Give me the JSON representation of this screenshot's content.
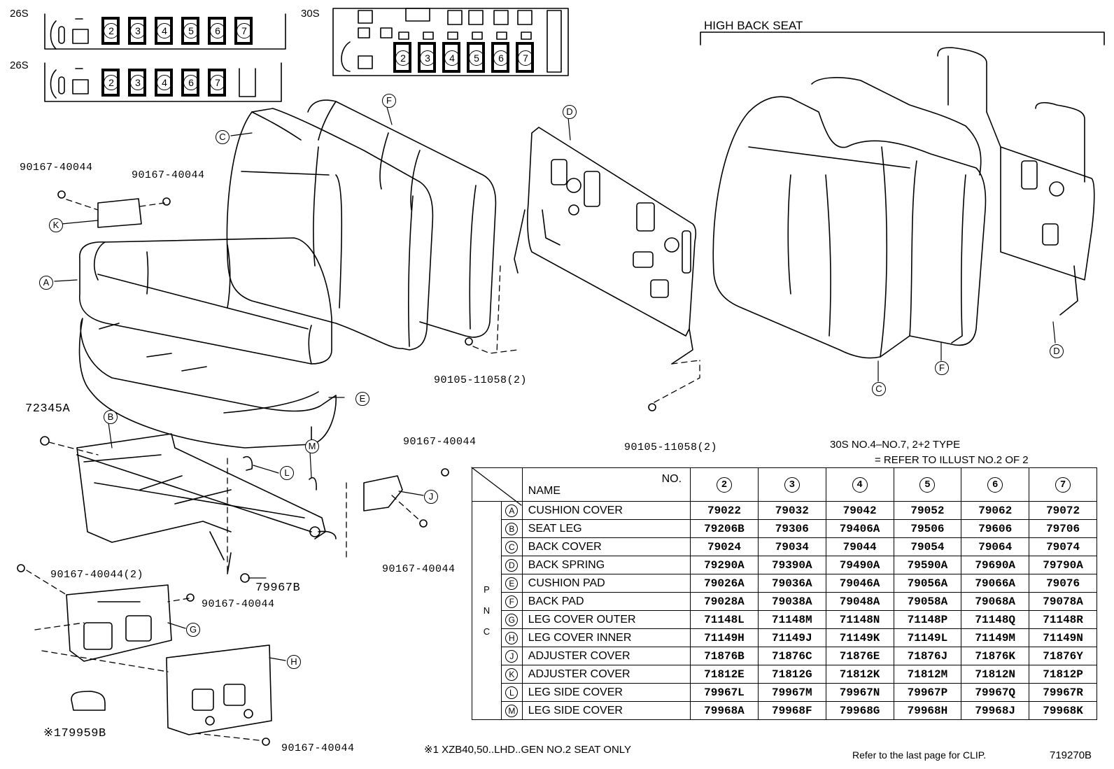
{
  "seat_configs": [
    {
      "label": "26S",
      "seats": [
        "2",
        "3",
        "4",
        "5",
        "6",
        "7"
      ]
    },
    {
      "label": "26S",
      "seats": [
        "2",
        "3",
        "4",
        "6",
        "7"
      ]
    },
    {
      "label": "30S",
      "seats": [
        "2",
        "3",
        "4",
        "5",
        "6",
        "7"
      ]
    }
  ],
  "section_title": "HIGH BACK SEAT",
  "part_labels": {
    "p1": "90167-40044",
    "p2": "90167-40044",
    "p3": "72345A",
    "p4": "90105-11058(2)",
    "p5": "90105-11058(2)",
    "p6": "90167-40044",
    "p7": "90167-40044",
    "p8": "90167-40044(2)",
    "p9": "79967B",
    "p10": "90167-40044",
    "p11": "※179959B",
    "p12": "90167-40044"
  },
  "callouts": {
    "a": "A",
    "b": "B",
    "c": "C",
    "c2": "C",
    "d": "D",
    "d2": "D",
    "e": "E",
    "f": "F",
    "f2": "F",
    "g": "G",
    "h": "H",
    "j": "J",
    "k": "K",
    "l": "L",
    "m": "M"
  },
  "notes": {
    "type_note_1": "30S  NO.4–NO.7, 2+2 TYPE",
    "type_note_2": "= REFER TO ILLUST NO.2 OF 2",
    "footnote": "※1 XZB40,50..LHD..GEN NO.2 SEAT ONLY",
    "clip_note": "Refer to the last page for CLIP.",
    "figure_id": "719270B"
  },
  "table": {
    "header_name": "NAME",
    "header_no": "NO.",
    "side_label": "P N C",
    "columns": [
      "2",
      "3",
      "4",
      "5",
      "6",
      "7"
    ],
    "rows": [
      {
        "key": "A",
        "name": "CUSHION COVER",
        "values": [
          "79022",
          "79032",
          "79042",
          "79052",
          "79062",
          "79072"
        ]
      },
      {
        "key": "B",
        "name": "SEAT LEG",
        "values": [
          "79206B",
          "79306",
          "79406A",
          "79506",
          "79606",
          "79706"
        ]
      },
      {
        "key": "C",
        "name": "BACK COVER",
        "values": [
          "79024",
          "79034",
          "79044",
          "79054",
          "79064",
          "79074"
        ]
      },
      {
        "key": "D",
        "name": "BACK SPRING",
        "values": [
          "79290A",
          "79390A",
          "79490A",
          "79590A",
          "79690A",
          "79790A"
        ]
      },
      {
        "key": "E",
        "name": "CUSHION PAD",
        "values": [
          "79026A",
          "79036A",
          "79046A",
          "79056A",
          "79066A",
          "79076"
        ]
      },
      {
        "key": "F",
        "name": "BACK PAD",
        "values": [
          "79028A",
          "79038A",
          "79048A",
          "79058A",
          "79068A",
          "79078A"
        ]
      },
      {
        "key": "G",
        "name": "LEG COVER OUTER",
        "values": [
          "71148L",
          "71148M",
          "71148N",
          "71148P",
          "71148Q",
          "71148R"
        ]
      },
      {
        "key": "H",
        "name": "LEG COVER INNER",
        "values": [
          "71149H",
          "71149J",
          "71149K",
          "71149L",
          "71149M",
          "71149N"
        ]
      },
      {
        "key": "J",
        "name": "ADJUSTER COVER",
        "values": [
          "71876B",
          "71876C",
          "71876E",
          "71876J",
          "71876K",
          "71876Y"
        ]
      },
      {
        "key": "K",
        "name": "ADJUSTER COVER",
        "values": [
          "71812E",
          "71812G",
          "71812K",
          "71812M",
          "71812N",
          "71812P"
        ]
      },
      {
        "key": "L",
        "name": "LEG SIDE COVER",
        "values": [
          "79967L",
          "79967M",
          "79967N",
          "79967P",
          "79967Q",
          "79967R"
        ]
      },
      {
        "key": "M",
        "name": "LEG SIDE COVER",
        "values": [
          "79968A",
          "79968F",
          "79968G",
          "79968H",
          "79968J",
          "79968K"
        ]
      }
    ]
  }
}
